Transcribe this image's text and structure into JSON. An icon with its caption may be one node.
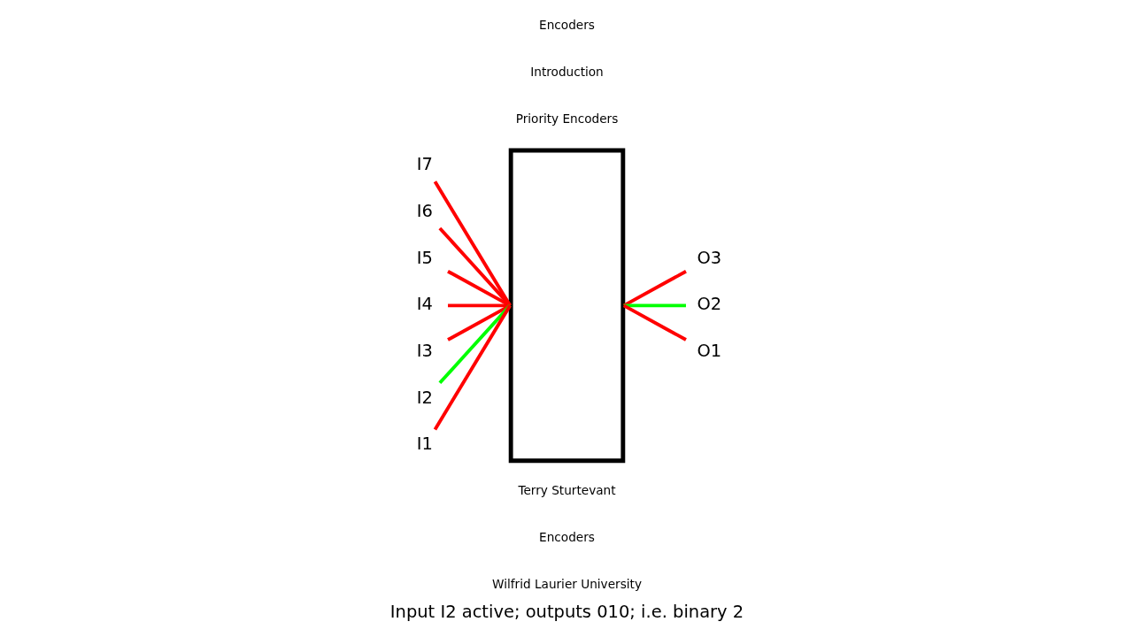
{
  "diagram": {
    "caption": "Input I2 active; outputs 010; i.e. binary 2",
    "nodes": [
      {
        "text": [],
        "shape": "box"
      },
      {
        "text": [
          "I7"
        ]
      },
      {
        "text": [
          "I6"
        ]
      },
      {
        "text": [
          "I5"
        ]
      },
      {
        "text": [
          "I4"
        ]
      },
      {
        "text": [
          "I3"
        ]
      },
      {
        "text": [
          "I2"
        ]
      },
      {
        "text": [
          "I1"
        ]
      },
      {
        "text": [
          "O3"
        ]
      },
      {
        "text": [
          "O2"
        ]
      },
      {
        "text": [
          "O1"
        ]
      }
    ],
    "edges": [
      {
        "from": 1,
        "to": 0,
        "arrow": "none"
      },
      {
        "from": 2,
        "to": 0,
        "arrow": "none"
      },
      {
        "from": 3,
        "to": 0,
        "arrow": "none"
      },
      {
        "from": 4,
        "to": 0,
        "arrow": "none"
      },
      {
        "from": 5,
        "to": 0,
        "arrow": "none"
      },
      {
        "from": 6,
        "to": 0,
        "arrow": "none",
        "color": "#00ff00"
      },
      {
        "from": 7,
        "to": 0,
        "arrow": "none"
      },
      {
        "from": 0,
        "to": 8,
        "arrow": "none"
      },
      {
        "from": 0,
        "to": 9,
        "arrow": "none",
        "color": "#00ff00"
      },
      {
        "from": 0,
        "to": 10,
        "arrow": "none"
      }
    ],
    "labels": [
      "Encoders",
      "Introduction",
      "Priority Encoders",
      "Terry Sturtevant",
      "Encoders",
      "Wilfrid Laurier University"
    ]
  }
}
